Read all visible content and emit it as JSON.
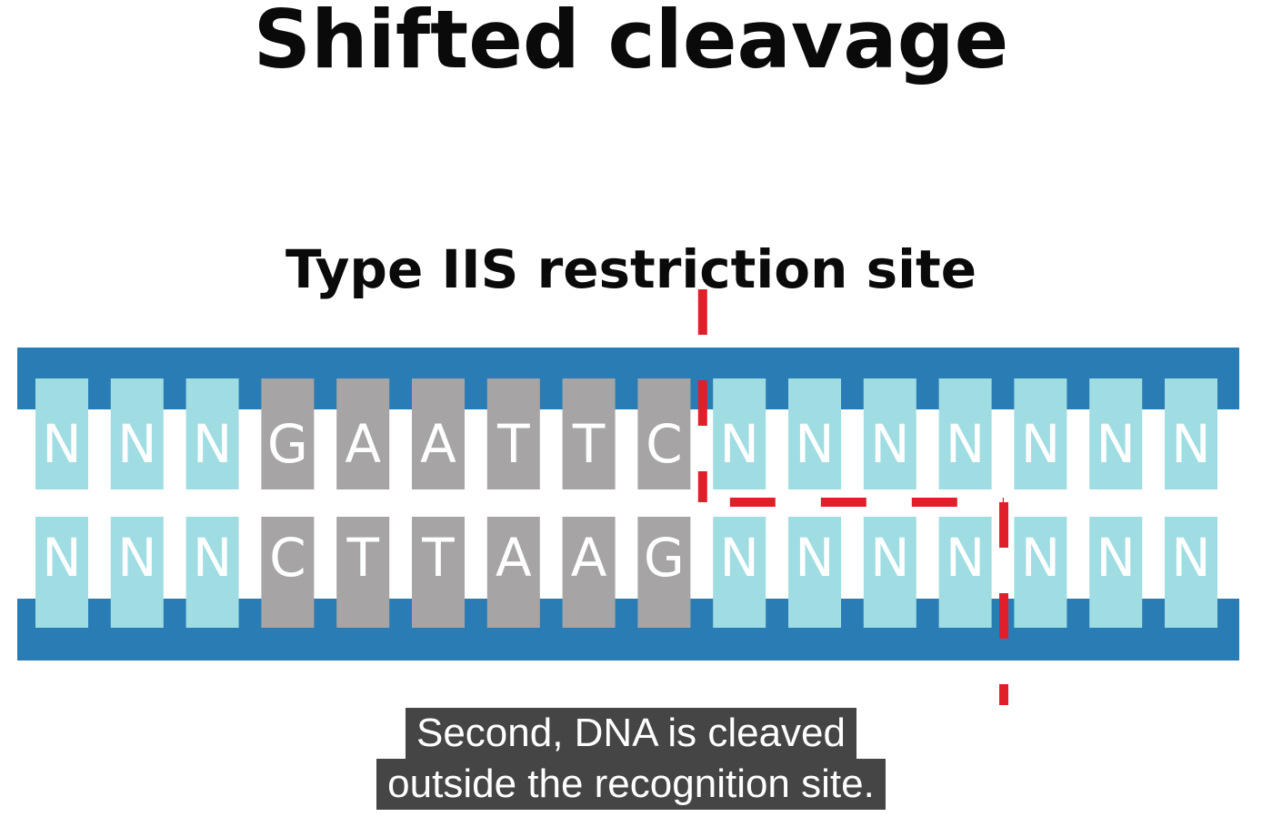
{
  "title": "Shifted cleavage",
  "subtitle": "Type IIS restriction site",
  "top_strand": [
    "N",
    "N",
    "N",
    "G",
    "A",
    "A",
    "T",
    "T",
    "C",
    "N",
    "N",
    "N",
    "N",
    "N",
    "N",
    "N"
  ],
  "bottom_strand": [
    "N",
    "N",
    "N",
    "C",
    "T",
    "T",
    "A",
    "A",
    "G",
    "N",
    "N",
    "N",
    "N",
    "N",
    "N",
    "N"
  ],
  "recognition_site": {
    "start": 3,
    "end": 8
  },
  "cut": {
    "top_after_index": 8,
    "bottom_after_index": 12
  },
  "captions": [
    "Second, DNA is cleaved",
    "outside the recognition site."
  ],
  "colors": {
    "backbone": "#2a7db4",
    "flank_base": "#9fdde3",
    "site_base": "#a7a4a6",
    "letter": "#ffffff",
    "cut_line": "#e01f2b",
    "caption_bg": "#454545"
  }
}
